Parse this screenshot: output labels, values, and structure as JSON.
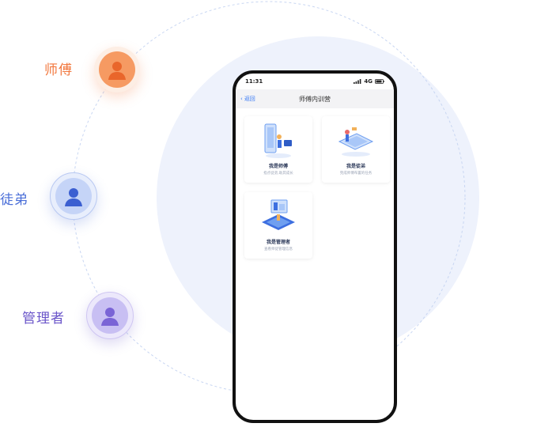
{
  "roles": [
    {
      "label": "师傅",
      "color": "#f2773d",
      "icon": "master-avatar-icon"
    },
    {
      "label": "徒弟",
      "color": "#4a6ed8",
      "icon": "apprentice-avatar-icon"
    },
    {
      "label": "管理者",
      "color": "#6a55c9",
      "icon": "manager-avatar-icon"
    }
  ],
  "phone": {
    "status": {
      "time": "11:31",
      "network": "4G"
    },
    "nav": {
      "back": "返回",
      "title": "师傅内训营"
    },
    "cards": [
      {
        "title": "我是师傅",
        "subtitle": "指点徒弟,助其成长",
        "icon": "master-illustration"
      },
      {
        "title": "我是徒弟",
        "subtitle": "完成师傅布置的任务",
        "icon": "apprentice-illustration"
      },
      {
        "title": "我是管理者",
        "subtitle": "查看师徒管理信息",
        "icon": "manager-illustration"
      }
    ]
  }
}
